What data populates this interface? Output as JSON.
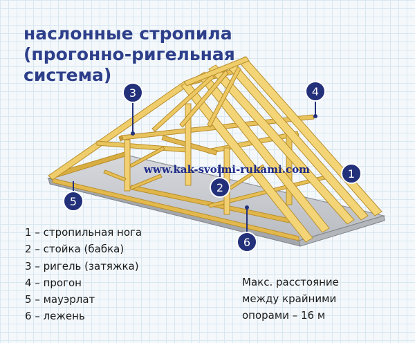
{
  "title": {
    "line1": "наслонные стропила",
    "line2": "(прогонно-ригельная",
    "line3": "система)"
  },
  "watermark": "www.kak-svoimi-rukami.com",
  "markers": [
    "1",
    "2",
    "3",
    "4",
    "5",
    "6"
  ],
  "legend": [
    {
      "num": "1",
      "text": "стропильная нога"
    },
    {
      "num": "2",
      "text": "стойка (бабка)"
    },
    {
      "num": "3",
      "text": "ригель (затяжка)"
    },
    {
      "num": "4",
      "text": "прогон"
    },
    {
      "num": "5",
      "text": "мауэрлат"
    },
    {
      "num": "6",
      "text": "лежень"
    }
  ],
  "note": {
    "line1": "Макс. расстояние",
    "line2": "между крайними",
    "line3": "опорами – 16 м"
  },
  "colors": {
    "title": "#2d3f8a",
    "marker": "#23307a",
    "wood": "#e6bf55",
    "wood_dark": "#b88e2c",
    "slab": "#c9cbcf"
  }
}
